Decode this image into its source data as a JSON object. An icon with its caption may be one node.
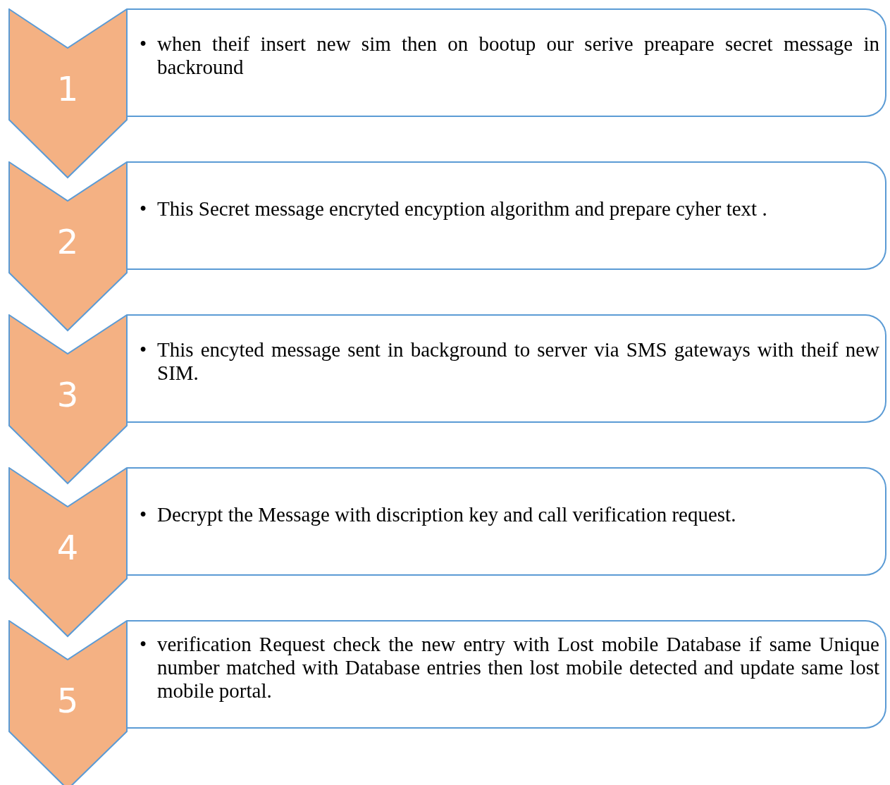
{
  "diagram": {
    "nodes": [
      {
        "text": [
          "1"
        ]
      },
      {
        "text": [
          "•",
          "when theif insert new sim then on bootup our serive preapare secret message in backround"
        ]
      },
      {
        "text": [
          "2"
        ]
      },
      {
        "text": [
          "•",
          "This Secret message encryted encyption algorithm and prepare cyher text ."
        ]
      },
      {
        "text": [
          "3"
        ]
      },
      {
        "text": [
          "•",
          "This encyted message sent in background to server via SMS gateways with theif new SIM."
        ]
      },
      {
        "text": [
          "4"
        ]
      },
      {
        "text": [
          "•",
          "Decrypt the Message with discription key and call verification request."
        ]
      },
      {
        "text": [
          "5"
        ]
      },
      {
        "text": [
          "•",
          "verification Request check the new entry with Lost mobile Database if same Unique number matched with Database entries then lost mobile detected and update same lost mobile portal."
        ]
      }
    ],
    "edges": []
  }
}
